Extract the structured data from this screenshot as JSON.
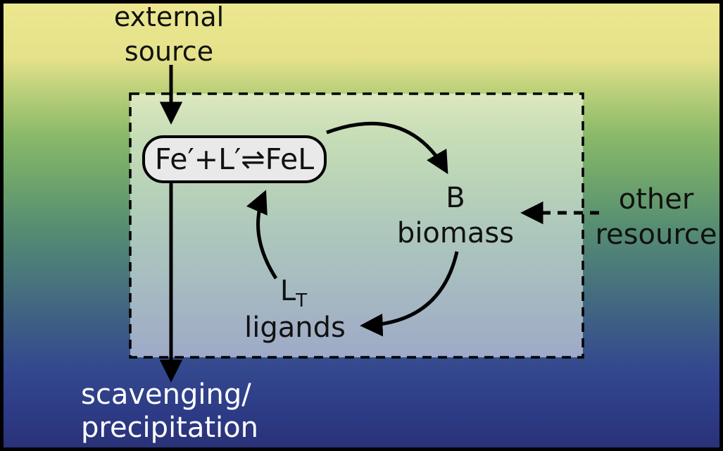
{
  "diagram": {
    "type": "box-and-arrow model schematic",
    "nodes": {
      "reaction": {
        "formula": "Fe′+L′⇌FeL"
      },
      "biomass": {
        "symbol": "B",
        "label": "biomass"
      },
      "ligands": {
        "symbol": "L",
        "symbol_subscript": "T",
        "label": "ligands"
      }
    },
    "labels": {
      "external_source": {
        "line1": "external",
        "line2": "source"
      },
      "other_resource": {
        "line1": "other",
        "line2": "resource"
      },
      "scavenging_precipitation": {
        "line1": "scavenging/",
        "line2": "precipitation"
      }
    },
    "arrows": {
      "external_source_to_reaction": "solid, straight, downward",
      "reaction_to_scavenging": "solid, straight, downward",
      "reaction_to_biomass": "solid, curved, clockwise",
      "biomass_to_ligands": "solid, curved, clockwise",
      "ligands_to_reaction": "solid, curved, upward",
      "other_resource_to_biomass": "dashed, straight, leftward"
    },
    "colors": {
      "gradient_top_yellow": "#ede88f",
      "gradient_middle_green": "#74a96a",
      "gradient_teal": "#48757c",
      "gradient_bottom_blue": "#293175",
      "model_box_fill": "rgba(255,255,255,0.52)",
      "model_box_border": "#000000",
      "reaction_box_fill": "#e9e9e9",
      "arrow_color": "#000000",
      "text_dark": "#111111",
      "text_light": "#ffffff"
    }
  }
}
